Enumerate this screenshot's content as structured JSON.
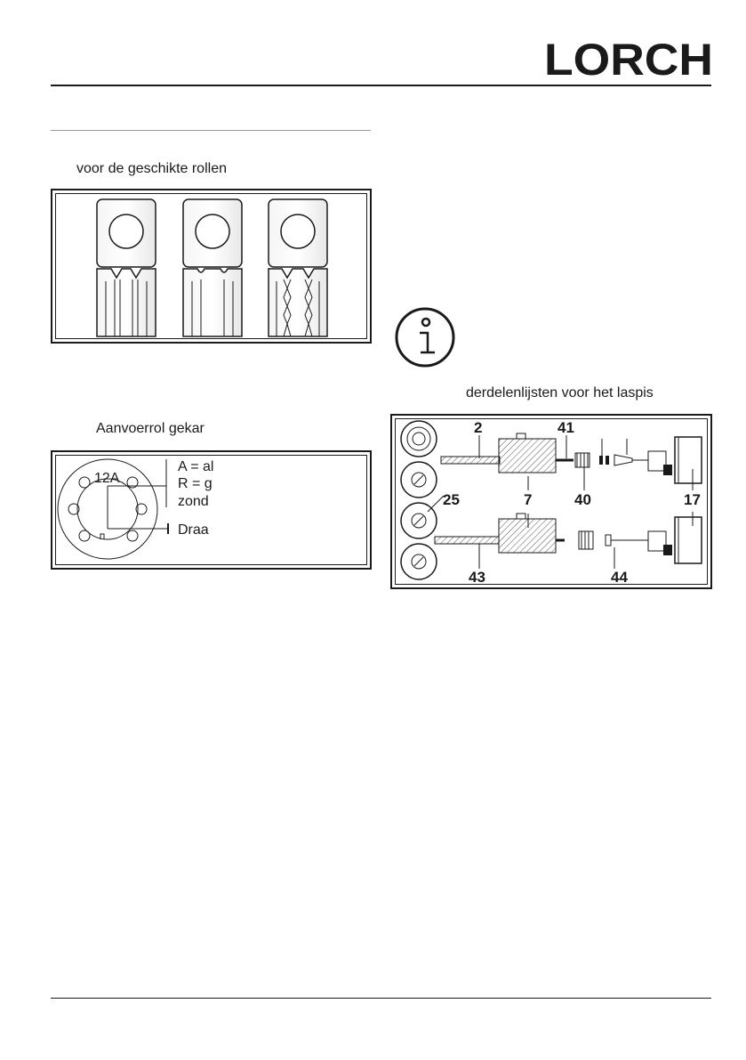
{
  "header": {
    "brand": "LORCH"
  },
  "left": {
    "roll_caption": "voor de geschikte rollen",
    "feed_caption": "Aanvoerrol gekar",
    "feed_diagram": {
      "id": "12A",
      "line1": "A = al",
      "line2": "R = g",
      "line3": "zond",
      "line4": "Draa"
    }
  },
  "right": {
    "parts_caption": "derdelenlijsten voor het laspis",
    "callouts": {
      "c2": "2",
      "c41": "41",
      "c25": "25",
      "c7": "7",
      "c40": "40",
      "c17": "17",
      "c43": "43",
      "c44": "44"
    }
  },
  "icons": {
    "info": "info-icon"
  }
}
